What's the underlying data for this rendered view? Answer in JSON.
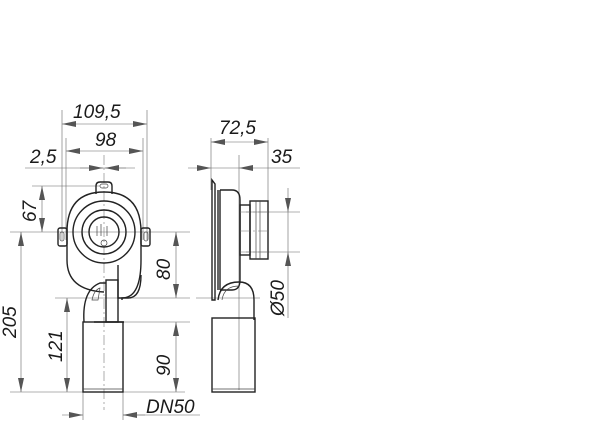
{
  "drawing": {
    "title": "Siphon dimensional drawing",
    "views": [
      "front-view",
      "side-view"
    ],
    "front_view": {
      "dimensions": {
        "overall_width": "109,5",
        "inner_width": "98",
        "offset": "2,5",
        "top_to_axis": "67",
        "total_height": "205",
        "axis_to_outlet": "80",
        "outlet_height": "121",
        "outlet_length": "90",
        "outlet_nominal": "DN50"
      }
    },
    "side_view": {
      "dimensions": {
        "overall_depth": "72,5",
        "spigot_depth": "35",
        "spigot_diameter": "Ø50"
      }
    },
    "colors": {
      "line": "#222222",
      "dimension_line": "#666666",
      "arrow": "#555555",
      "text": "#1a1a1a"
    }
  }
}
